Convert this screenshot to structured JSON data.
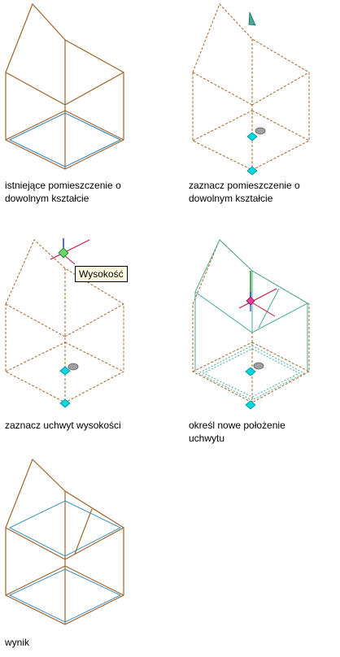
{
  "colors": {
    "edge": "#a0642a",
    "blue": "#3a8fc0",
    "teal": "#4aa89a",
    "grip": "#00d8e0",
    "grip_stroke": "#00808a",
    "ucs_red": "#c0143a",
    "ucs_green": "#2a9a2a",
    "ucs_blue": "#1a2acc",
    "tooltip_bg": "#fffbe1"
  },
  "steps": [
    {
      "caption_line1": "istniejące pomieszczenie o",
      "caption_line2": "dowolnym kształcie"
    },
    {
      "caption_line1": "zaznacz pomieszczenie o",
      "caption_line2": "dowolnym kształcie"
    },
    {
      "caption_line1": "zaznacz uchwyt wysokości",
      "caption_line2": ""
    },
    {
      "caption_line1": "określ nowe położenie",
      "caption_line2": "uchwytu"
    },
    {
      "caption_line1": "wynik",
      "caption_line2": ""
    }
  ],
  "tooltip": {
    "label": "Wysokość"
  }
}
